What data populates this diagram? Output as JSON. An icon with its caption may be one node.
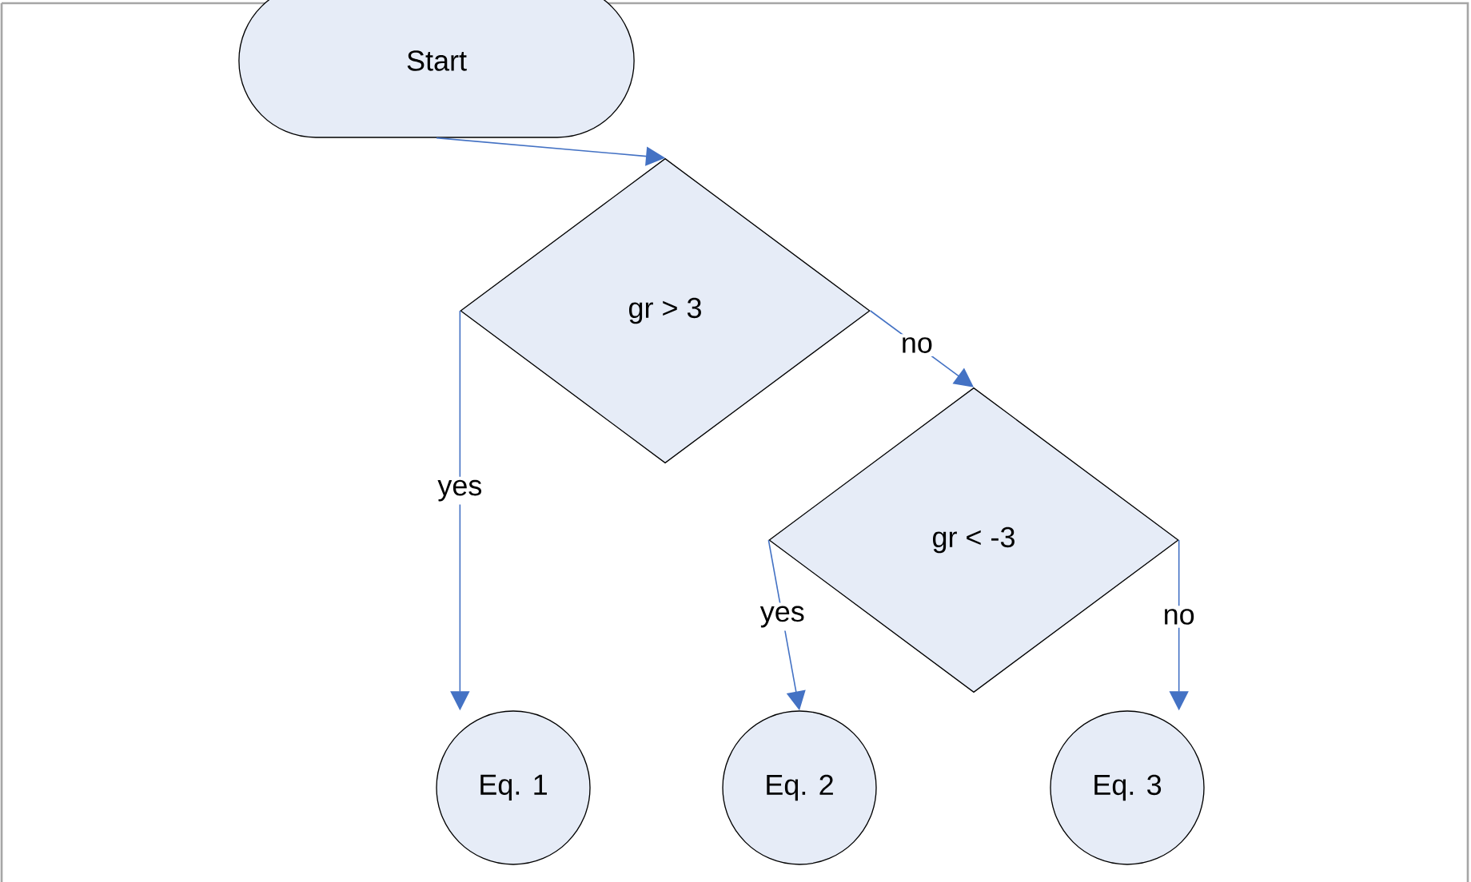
{
  "diagram": {
    "nodes": [
      {
        "text": [
          "Start"
        ]
      },
      {
        "text": [
          "gr > 3"
        ]
      },
      {
        "text": [
          "gr < -3"
        ]
      },
      {
        "text": [
          "Eq. 1"
        ]
      },
      {
        "text": [
          "Eq. 2"
        ]
      },
      {
        "text": [
          "Eq. 3"
        ]
      }
    ],
    "edges": [
      {
        "from": 0,
        "to": 1,
        "arrow": "to"
      },
      {
        "from": 1,
        "to": 2,
        "arrow": "to",
        "label": "no"
      },
      {
        "from": 1,
        "to": 3,
        "arrow": "to",
        "label": "yes"
      },
      {
        "from": 2,
        "to": 4,
        "arrow": "to",
        "label": "yes"
      },
      {
        "from": 2,
        "to": 5,
        "arrow": "to",
        "label": "no"
      }
    ]
  }
}
